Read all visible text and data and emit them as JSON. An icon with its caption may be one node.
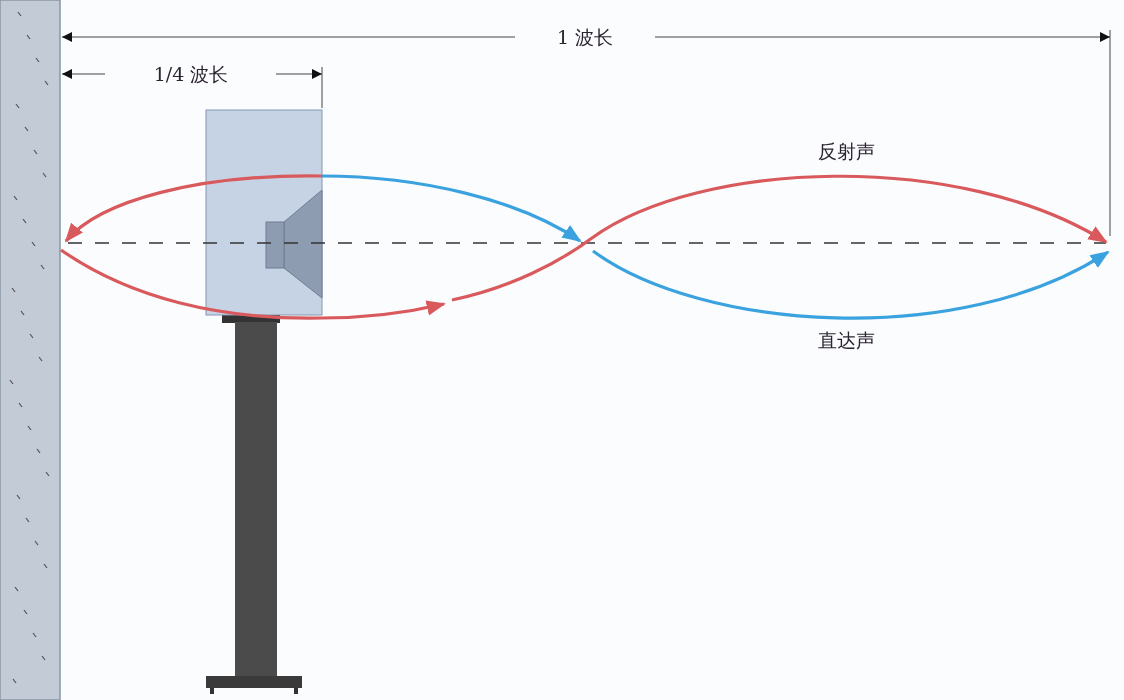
{
  "diagram": {
    "labels": [
      "1 波长",
      "1/4 波长",
      "反射声",
      "直达声"
    ]
  }
}
